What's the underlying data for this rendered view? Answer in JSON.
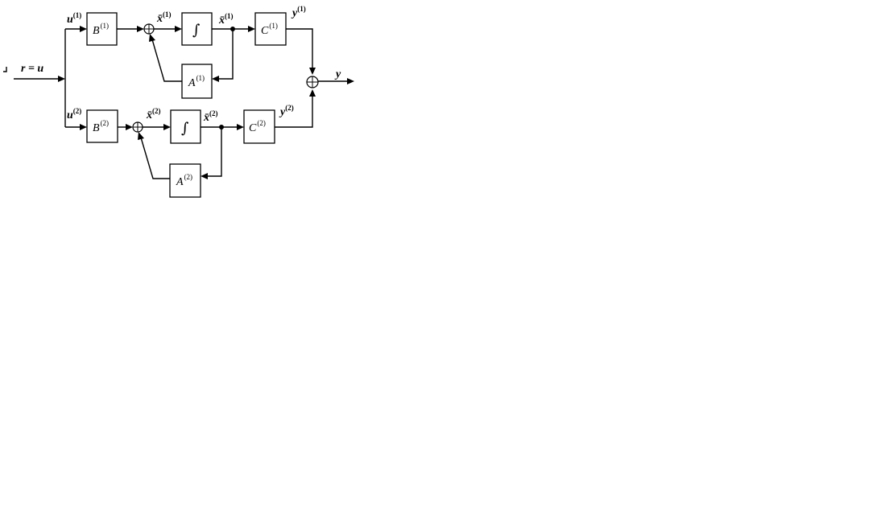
{
  "diagram": {
    "input_label": "r = u",
    "output_label": "y",
    "branch1": {
      "input": "u",
      "input_sup": "(1)",
      "B": "B",
      "B_sup": "(1)",
      "xdot": "x̄",
      "xdot_sup": "(1)",
      "integrator": "∫",
      "x": "x̄",
      "x_sup": "(1)",
      "C": "C",
      "C_sup": "(1)",
      "A": "A",
      "A_sup": "(1)",
      "y": "y",
      "y_sup": "(1)"
    },
    "branch2": {
      "input": "u",
      "input_sup": "(2)",
      "B": "B",
      "B_sup": "(2)",
      "xdot": "x̄",
      "xdot_sup": "(2)",
      "integrator": "∫",
      "x": "x̄",
      "x_sup": "(2)",
      "C": "C",
      "C_sup": "(2)",
      "A": "A",
      "A_sup": "(2)",
      "y": "y",
      "y_sup": "(2)"
    }
  }
}
